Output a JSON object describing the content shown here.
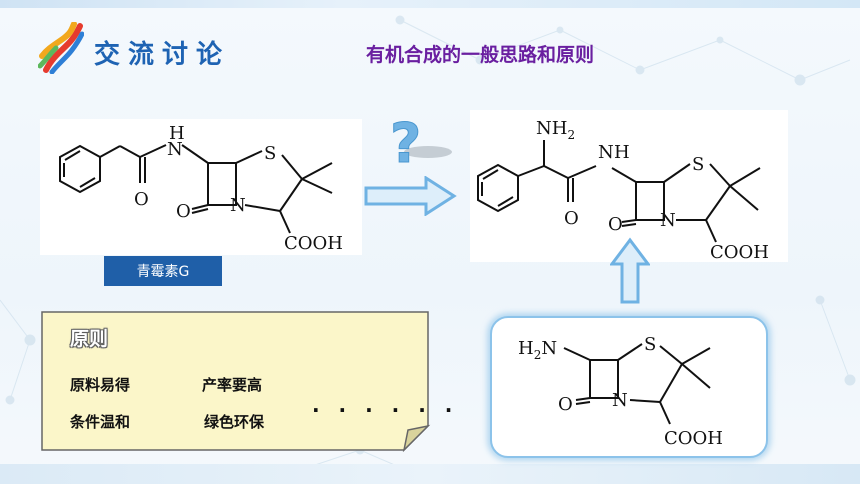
{
  "header": {
    "section_title": "交流讨论",
    "main_title": "有机合成的一般思路和原则"
  },
  "icons": {
    "logo": "dna-helix-logo",
    "question": "question-mark-icon",
    "arrow_right": "arrow-right-icon",
    "arrow_up": "arrow-up-icon"
  },
  "molecules": {
    "penicillin_g": {
      "label": "青霉素G",
      "atoms": {
        "H": "H",
        "N": "N",
        "O1": "O",
        "O2": "O",
        "N2": "N",
        "S": "S",
        "cooh": "COOH"
      }
    },
    "ampicillin": {
      "atoms": {
        "nh2": "NH",
        "nh2_sub": "2",
        "N": "N",
        "H": "H",
        "O1": "O",
        "O2": "O",
        "N2": "N",
        "S": "S",
        "cooh": "COOH"
      }
    },
    "apa": {
      "atoms": {
        "h2n_h": "H",
        "h2n_sub": "2",
        "h2n_n": "N",
        "O": "O",
        "N": "N",
        "S": "S",
        "cooh": "COOH"
      }
    }
  },
  "principles": {
    "heading": "原则",
    "items": [
      "原料易得",
      "产率要高",
      "条件温和",
      "绿色环保"
    ],
    "ellipsis": "· · · · · ·"
  },
  "colors": {
    "title_blue": "#1e63b3",
    "title_purple": "#6a1fa0",
    "label_bg": "#1f5fa8",
    "note_yellow": "#fbf6c9",
    "arrow_fill": "#ddeefa",
    "arrow_stroke": "#6fb2e3"
  }
}
